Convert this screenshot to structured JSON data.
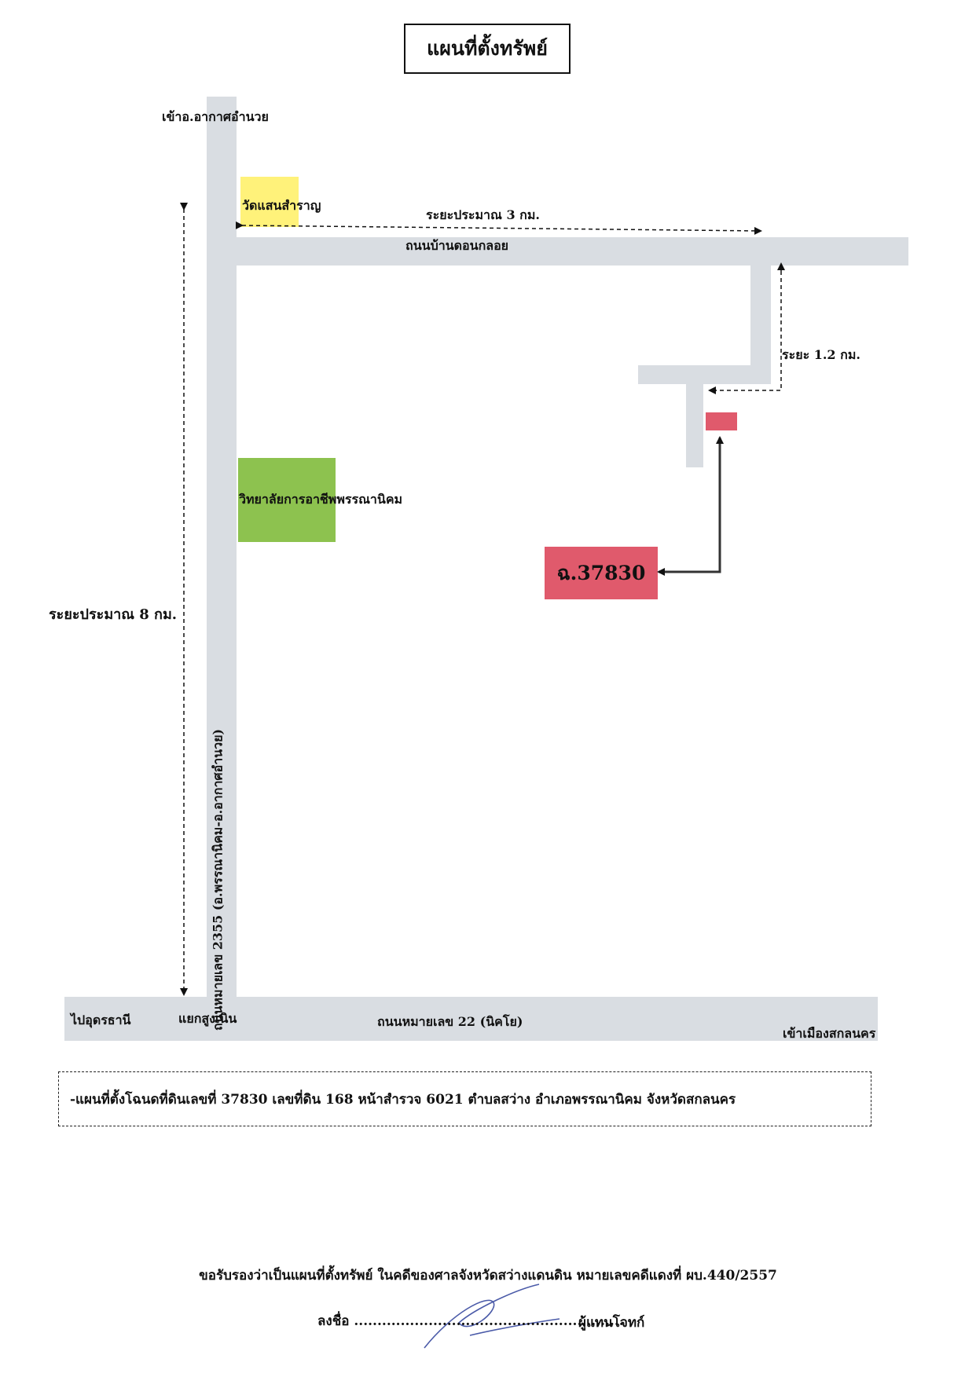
{
  "title": "แผนที่ตั้งทรัพย์",
  "labels": {
    "to_akat": "เข้าอ.อากาศอำนวย",
    "wat": "วัดแสนสำราญ",
    "dist_3km": "ระยะประมาณ 3 กม.",
    "road_donkloi": "ถนนบ้านดอนกลอย",
    "dist_1_2km": "ระยะ 1.2 กม.",
    "college": "วิทยาลัยการอาชีพพรรณานิคม",
    "dist_8km": "ระยะประมาณ 8 กม.",
    "road_2355": "ถนนหมายเลข 2355 (อ.พรรณานิคม-อ.อากาศอำนวย)",
    "to_udon": "ไปอุดรธานี",
    "junction": "แยกสูงเนิน",
    "road_22": "ถนนหมายเลข 22 (นิคโย)",
    "to_sakon": "เข้าเมืองสกลนคร",
    "parcel": "ฉ.37830"
  },
  "note": "-แผนที่ตั้งโฉนดที่ดินเลขที่ 37830 เลขที่ดิน 168 หน้าสำรวจ 6021 ตำบลสว่าง อำเภอพรรณานิคม จังหวัดสกลนคร",
  "certification": "ขอรับรองว่าเป็นแผนที่ตั้งทรัพย์ ในคดีของศาลจังหวัดสว่างแดนดิน หมายเลขคดีแดงที่ ผบ.440/2557",
  "signature": {
    "label": "ลงชื่อ ..........................................................",
    "role": "ผู้แทนโจทก์"
  },
  "colors": {
    "road": "#d9dde2",
    "temple": "#fff27a",
    "college": "#8dc24f",
    "parcel": "#e05a6c"
  }
}
